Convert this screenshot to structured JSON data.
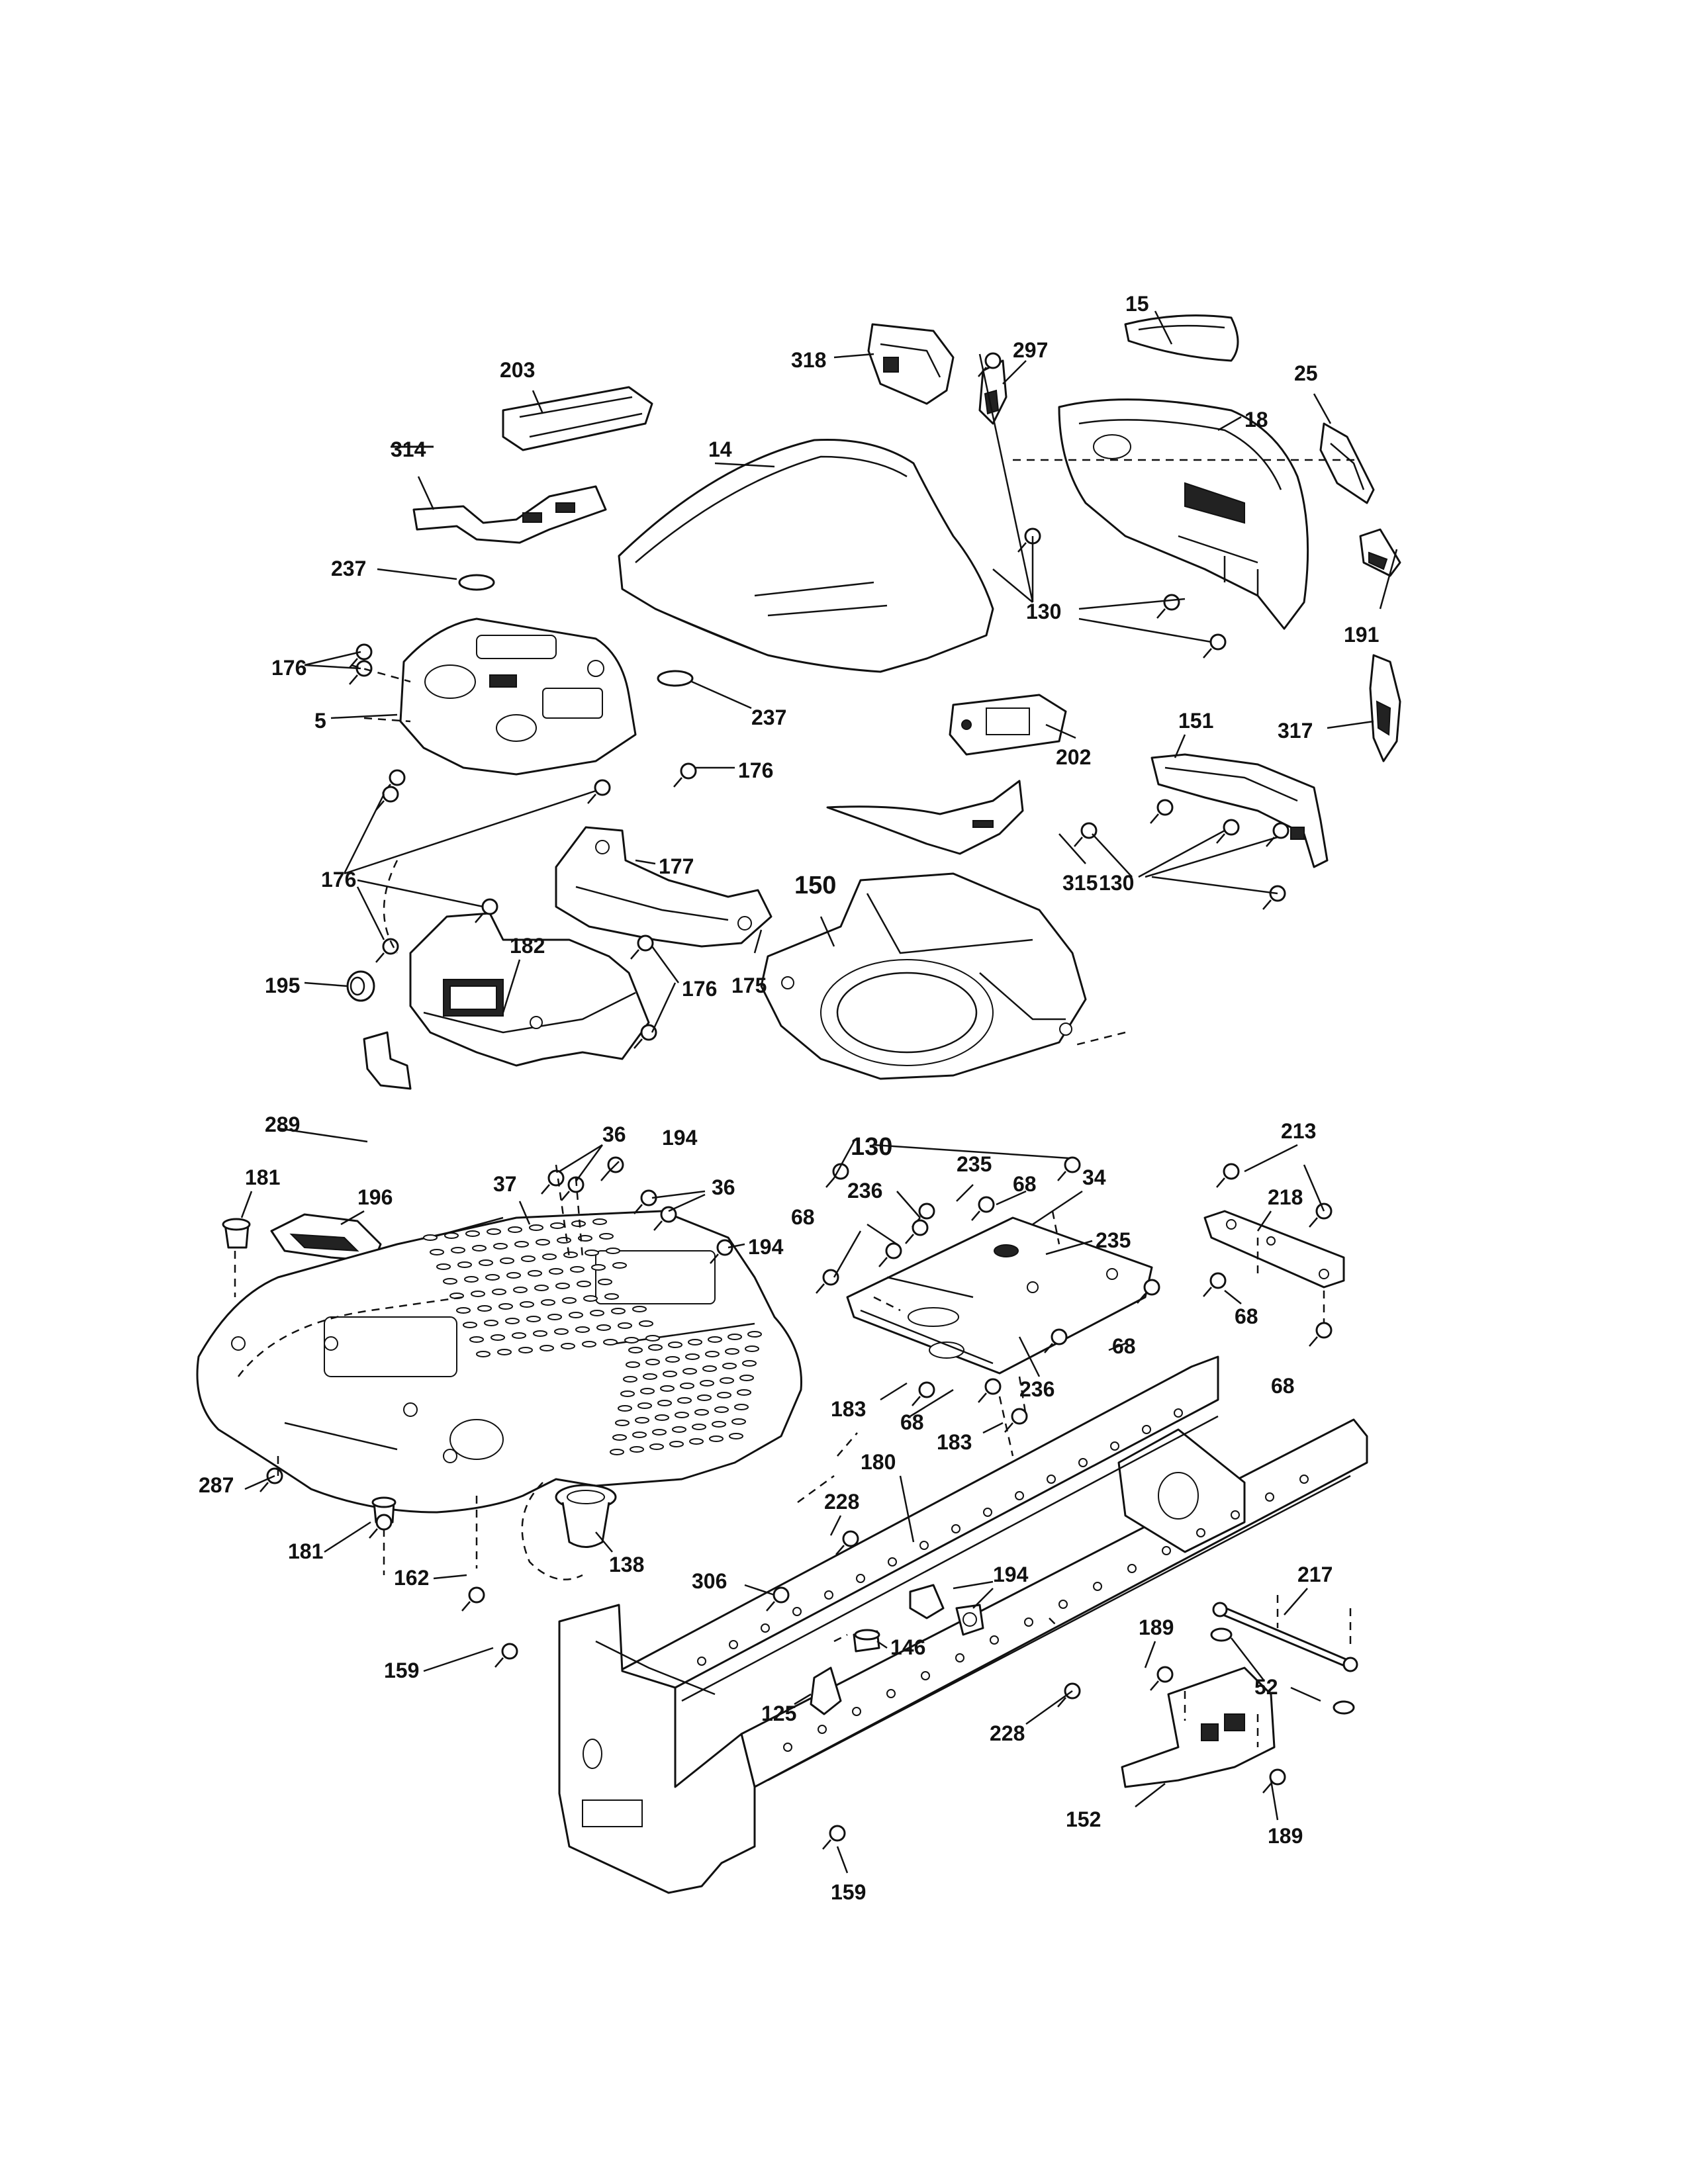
{
  "labels": {
    "l15": "15",
    "l318": "318",
    "l297": "297",
    "l203": "203",
    "l25": "25",
    "l18": "18",
    "l314": "314",
    "l14": "14",
    "l237a": "237",
    "l130a": "130",
    "l191": "191",
    "l176a": "176",
    "l5": "5",
    "l237b": "237",
    "l176b": "176",
    "l202": "202",
    "l151": "151",
    "l317": "317",
    "l176c": "176",
    "l177": "177",
    "l315": "315",
    "l150": "150",
    "l130b": "130",
    "l182": "182",
    "l195": "195",
    "l175": "175",
    "l176d": "176",
    "l289": "289",
    "l130c": "130",
    "l36a": "36",
    "l194a": "194",
    "l181a": "181",
    "l196": "196",
    "l37": "37",
    "l36b": "36",
    "l235a": "235",
    "l236a": "236",
    "l68a": "68",
    "l34": "34",
    "l213": "213",
    "l68b": "68",
    "l194b": "194",
    "l235b": "235",
    "l218": "218",
    "l68c": "68",
    "l68d": "68",
    "l183a": "183",
    "l68e": "68",
    "l236b": "236",
    "l68f": "68",
    "l183b": "183",
    "l287": "287",
    "l180": "180",
    "l228a": "228",
    "l181b": "181",
    "l162": "162",
    "l138": "138",
    "l306": "306",
    "l194c": "194",
    "l217": "217",
    "l146": "146",
    "l189a": "189",
    "l159a": "159",
    "l52": "52",
    "l125": "125",
    "l228b": "228",
    "l152": "152",
    "l189b": "189",
    "l159b": "159"
  }
}
